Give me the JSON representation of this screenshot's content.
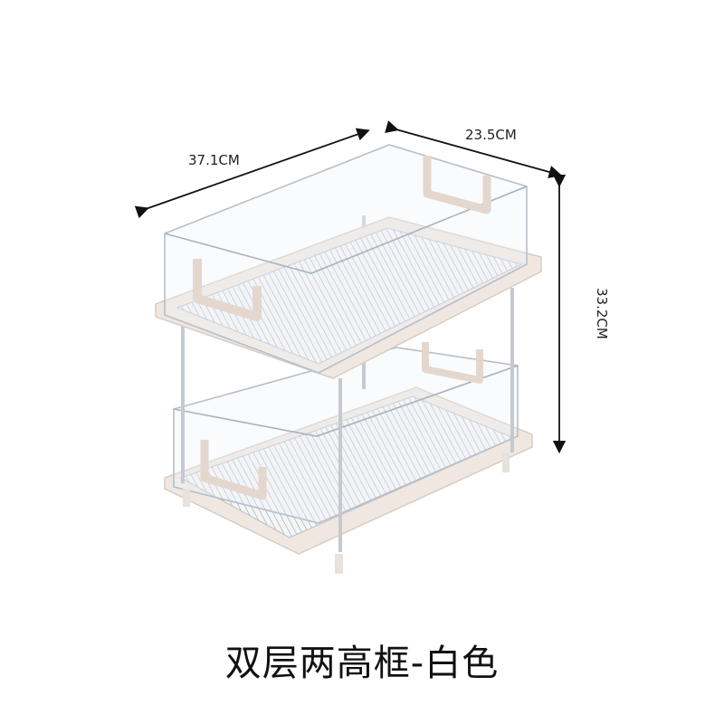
{
  "dimensions": {
    "depth": "37.1CM",
    "width": "23.5CM",
    "height": "33.2CM"
  },
  "caption": "双层两高框-白色",
  "colors": {
    "tray": "#efe7e0",
    "handle": "#e9dcd3",
    "frame": "#cfd3d8",
    "text": "#111111"
  }
}
